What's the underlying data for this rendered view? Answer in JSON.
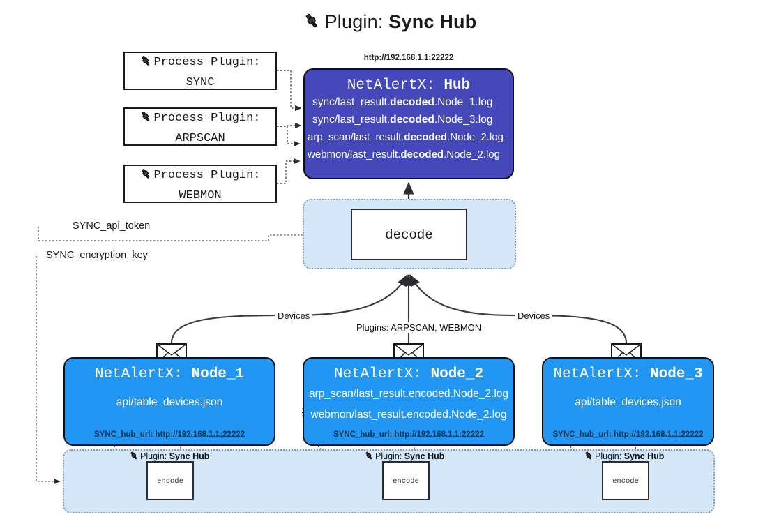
{
  "title": {
    "prefix": "Plugin:",
    "name": "Sync Hub",
    "icon": "plug-icon"
  },
  "process_plugins": [
    {
      "line1": "Process Plugin:",
      "line2": "SYNC",
      "icon": "plug-icon"
    },
    {
      "line1": "Process Plugin:",
      "line2": "ARPSCAN",
      "icon": "plug-icon"
    },
    {
      "line1": "Process Plugin:",
      "line2": "WEBMON",
      "icon": "plug-icon"
    }
  ],
  "hub": {
    "url": "http://192.168.1.1:22222",
    "title_prefix": "NetAlertX:",
    "title_name": "Hub",
    "logs": [
      {
        "pre": "sync/last_result.",
        "mid": "decoded",
        "post": ".Node_1.log"
      },
      {
        "pre": "sync/last_result.",
        "mid": "decoded",
        "post": ".Node_3.log"
      },
      {
        "pre": "arp_scan/last_result.",
        "mid": "decoded",
        "post": ".Node_2.log"
      },
      {
        "pre": "webmon/last_result.",
        "mid": "decoded",
        "post": ".Node_2.log"
      }
    ]
  },
  "decode": {
    "label": "decode"
  },
  "keys": {
    "api_token": "SYNC_api_token",
    "encryption_key": "SYNC_encryption_key"
  },
  "edge_labels": {
    "devices_left": "Devices",
    "plugins_center": "Plugins: ARPSCAN, WEBMON",
    "devices_right": "Devices"
  },
  "nodes": [
    {
      "title_prefix": "NetAlertX:",
      "title_name": "Node_1",
      "lines": [
        "api/table_devices.json"
      ],
      "footer": "SYNC_hub_url: http://192.168.1.1:22222",
      "icon": "envelope-icon"
    },
    {
      "title_prefix": "NetAlertX:",
      "title_name": "Node_2",
      "lines": [
        "arp_scan/last_result.encoded.Node_2.log",
        "webmon/last_result.encoded.Node_2.log"
      ],
      "footer": "SYNC_hub_url: http://192.168.1.1:22222",
      "icon": "envelope-icon"
    },
    {
      "title_prefix": "NetAlertX:",
      "title_name": "Node_3",
      "lines": [
        "api/table_devices.json"
      ],
      "footer": "SYNC_hub_url: http://192.168.1.1:22222",
      "icon": "envelope-icon"
    }
  ],
  "encoders": [
    {
      "caption_prefix": "Plugin:",
      "caption_name": "Sync Hub",
      "label": "encode",
      "icon": "plug-icon"
    },
    {
      "caption_prefix": "Plugin:",
      "caption_name": "Sync Hub",
      "label": "encode",
      "icon": "plug-icon"
    },
    {
      "caption_prefix": "Plugin:",
      "caption_name": "Sync Hub",
      "label": "encode",
      "icon": "plug-icon"
    }
  ],
  "colors": {
    "hub": "#4448b8",
    "node": "#2196f3",
    "container": "#d4e7f8",
    "stroke": "#3a3a40"
  }
}
